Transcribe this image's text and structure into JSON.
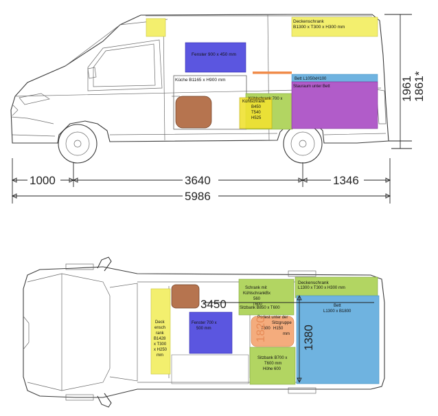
{
  "side_view": {
    "dims": {
      "front_overhang": "1000",
      "wheelbase": "3640",
      "rear_overhang": "1346",
      "length": "5986",
      "height_1": "1961",
      "height_2": "1861*"
    },
    "labels": {
      "ceiling_cabinet": "Deckenschrank",
      "ceiling_cabinet_size": "B1300 x T300 x H300 mm",
      "window": "Fenster 900 x 450 mm",
      "kitchen": "Küche B1165 x H900 mm",
      "fridge_right": "Kühlschrank 700 x",
      "fridge_left": "Kühlschrank",
      "fridge_b": "B450",
      "fridge_t": "T540",
      "fridge_h": "H525",
      "bed": "Bett L1050xH100",
      "storage": "Stauraum unter Bett"
    },
    "colors": {
      "cabinet": "#f3ef6e",
      "window": "#5b56e0",
      "kitchen": "#b6744f",
      "fridge_bg": "#b2d562",
      "fridge_fg": "#f0e132",
      "storage": "#b15cc9",
      "bed_strip": "#6fb3e0",
      "bed_line": "#f08b4a"
    }
  },
  "top_view": {
    "dims": {
      "inner_length": "3450",
      "width": "1380",
      "seat_small": "1820"
    },
    "labels": {
      "ceiling_front_1": "Deck",
      "ceiling_front_2": "ensch",
      "ceiling_front_3": "rank",
      "ceiling_front_4": "B1428",
      "ceiling_front_5": "x T300",
      "ceiling_front_6": "x H250",
      "ceiling_front_7": "mm",
      "window": "Fenster 700 x",
      "window_2": "500 mm",
      "cabinet_fridge_1": "Schrank mit",
      "cabinet_fridge_2": "KühlschrankBx",
      "cabinet_fridge_3": "560",
      "cabinet_fridge_4": "T600",
      "bench_top": "Sitzbank B850 x T600",
      "podest_1": "Podest unter der",
      "podest_2": "Sitzgruppe",
      "podest_3": "T600",
      "podest_4": "H150",
      "podest_5": "mm",
      "bench_bottom_1": "Sitzbank B700 x",
      "bench_bottom_2": "T600 mm",
      "bench_bottom_3": "Höhe 600",
      "ceiling_rear": "Deckenschrank",
      "ceiling_rear_size": "L1300 x T300 x H300 mm",
      "bed": "Bett",
      "bed_size": "L1300 x B1800"
    }
  }
}
